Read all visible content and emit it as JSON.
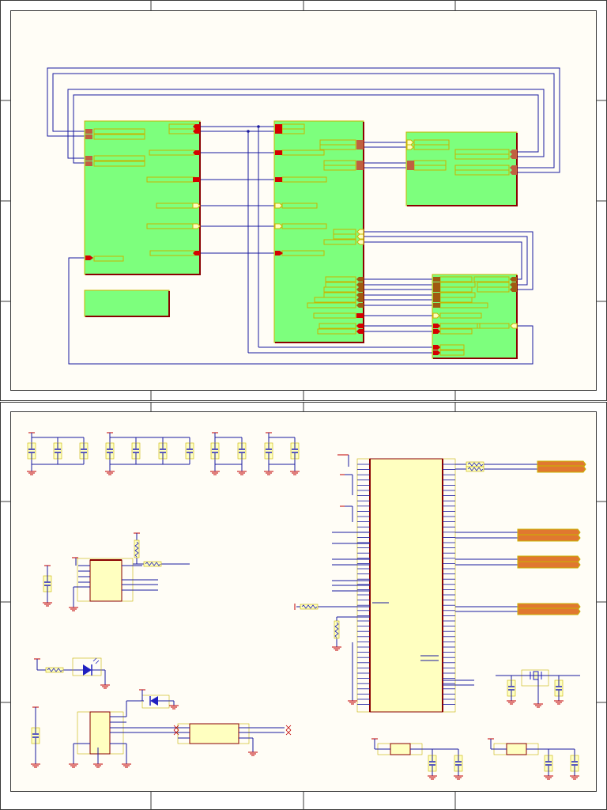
{
  "page": {
    "background": "#fffdf6"
  },
  "colors": {
    "frame": "#3a3a3a",
    "wire": "#1a1aa0",
    "sheet_fill": "#7dff7d",
    "sheet_border": "#c8b400",
    "entry_red": "#d40000",
    "entry_brown": "#a05a10",
    "entry_yellow": "#ffffc0",
    "label_box": "#ffff99",
    "chip_fill": "#ffffc0",
    "power_red": "#c00000",
    "bus_orange": "#e07830",
    "cap_blue": "#2020c0"
  },
  "sheets": [
    {
      "id": "sheet-1",
      "label": ""
    },
    {
      "id": "sheet-2",
      "label": ""
    },
    {
      "id": "sheet-3",
      "label": ""
    },
    {
      "id": "sheet-4",
      "label": ""
    },
    {
      "id": "sheet-5",
      "label": ""
    }
  ],
  "icons": {
    "ground": "ground-icon",
    "power": "power-port-icon",
    "capacitor": "capacitor-icon",
    "resistor": "resistor-icon",
    "led": "led-icon",
    "diode": "diode-icon"
  }
}
